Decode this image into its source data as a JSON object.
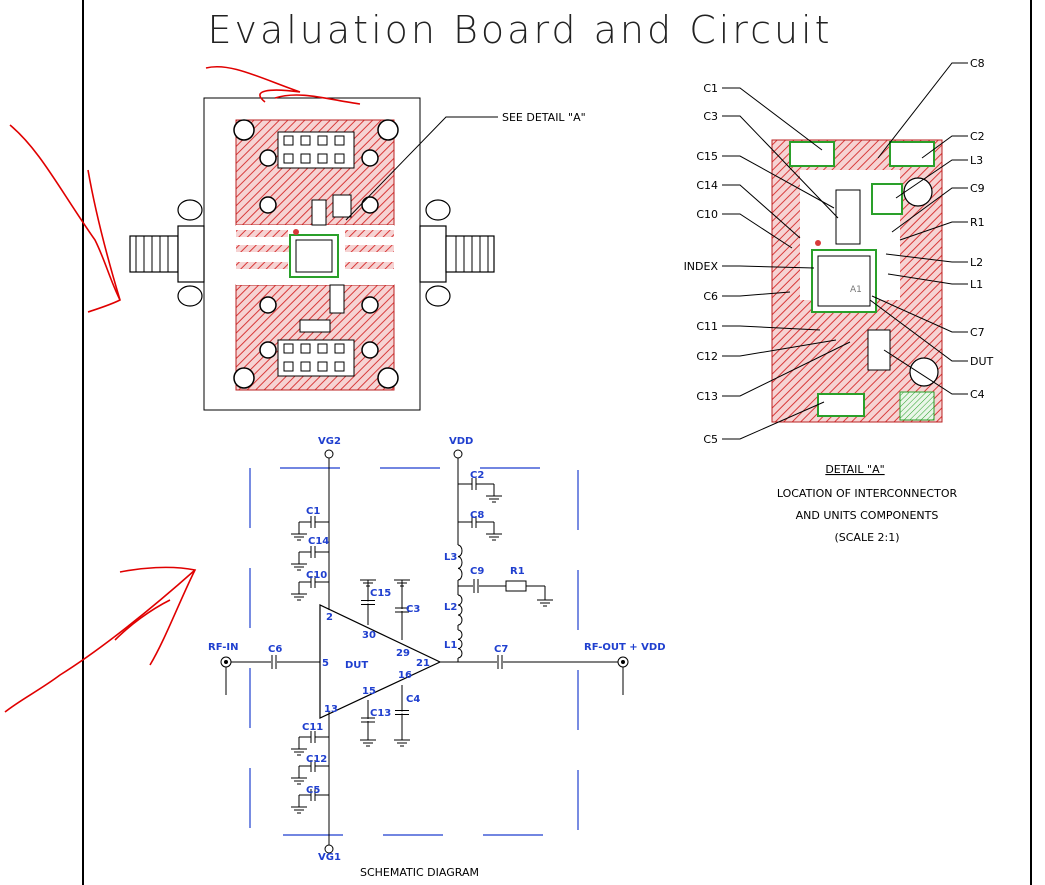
{
  "title": "Evaluation Board and Circuit",
  "board_callout": "SEE DETAIL \"A\"",
  "detail": {
    "heading": "DETAIL \"A\"",
    "caption_lines": [
      "LOCATION OF INTERCONNECTOR",
      "AND UNITS COMPONENTS",
      "(SCALE 2:1)"
    ],
    "labels_left": [
      "C1",
      "C3",
      "C15",
      "C14",
      "C10",
      "INDEX",
      "C6",
      "C11",
      "C12",
      "C13",
      "C5"
    ],
    "labels_right": [
      "C8",
      "C2",
      "L3",
      "C9",
      "R1",
      "L2",
      "L1",
      "C7",
      "DUT",
      "C4"
    ],
    "chip_label": "A1"
  },
  "schematic": {
    "caption": "SCHEMATIC DIAGRAM",
    "amp_label": "DUT",
    "supplies": {
      "vg2": "VG2",
      "vdd": "VDD",
      "vg1": "VG1"
    },
    "ports": {
      "in": "RF-IN",
      "out": "RF-OUT + VDD"
    },
    "pins": [
      "2",
      "30",
      "29",
      "21",
      "5",
      "16",
      "15",
      "13"
    ],
    "components": [
      "C1",
      "C14",
      "C10",
      "C15",
      "C3",
      "C6",
      "C11",
      "C12",
      "C5",
      "C13",
      "C4",
      "C2",
      "C8",
      "L3",
      "C9",
      "R1",
      "L2",
      "L1",
      "C7"
    ]
  },
  "colors": {
    "accent_blue": "#1f3fcf",
    "pcb_red": "#d83a3a",
    "annotation_red": "#e00000",
    "pad_green": "#2aa02a"
  }
}
